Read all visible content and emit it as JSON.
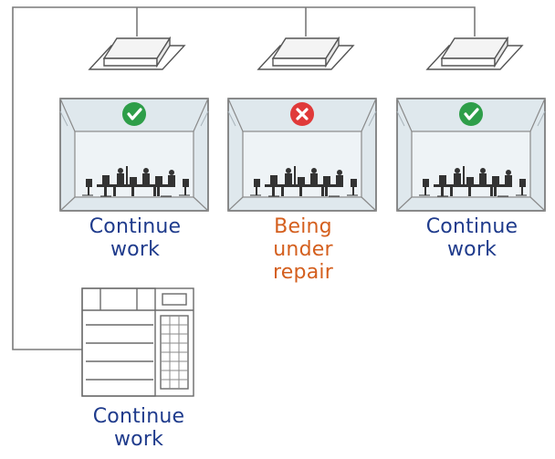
{
  "rooms": [
    {
      "status": "ok",
      "status_icon": "check-icon",
      "label": "Continue\nwork"
    },
    {
      "status": "failed",
      "status_icon": "cross-icon",
      "label": "Being\nunder\nrepair"
    },
    {
      "status": "ok",
      "status_icon": "check-icon",
      "label": "Continue\nwork"
    }
  ],
  "outdoor_unit": {
    "label": "Continue\nwork"
  },
  "colors": {
    "ok_label": "#1f3b8c",
    "repair_label": "#d45f1e",
    "ok_badge": "#2e9e49",
    "fail_badge": "#e03a3a",
    "pipe": "#7a7a7a",
    "room_fill": "#dfe8ed",
    "room_stroke": "#6f6f6f"
  }
}
